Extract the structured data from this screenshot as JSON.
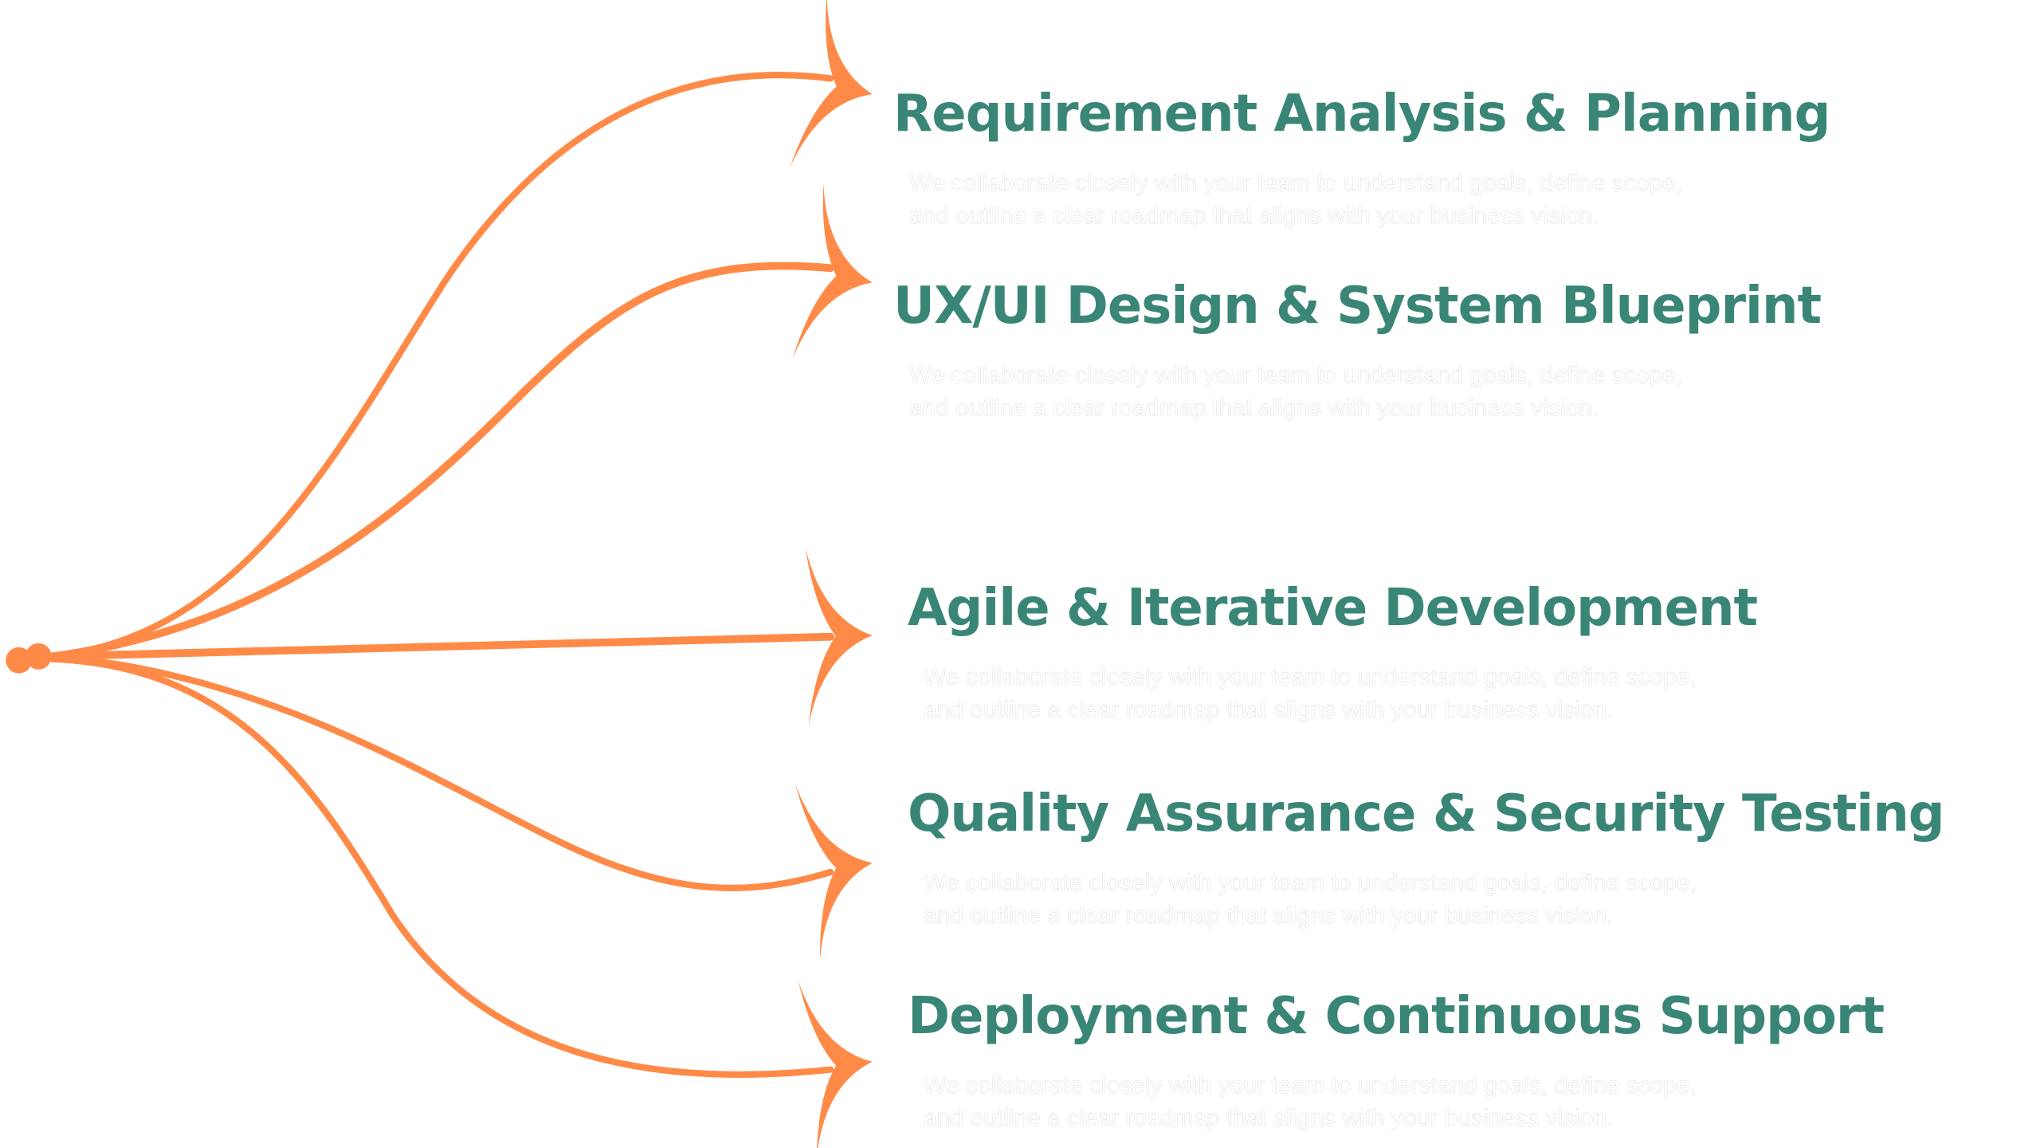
{
  "colors": {
    "arrow": "#ff8a47",
    "title": "#3a8676",
    "description": "#ffffff"
  },
  "steps": [
    {
      "title": "Requirement Analysis & Planning",
      "line1": "We collaborate closely with your team to understand goals, define scope,",
      "line2": "and outline a clear roadmap that aligns with your business vision."
    },
    {
      "title": "UX/UI Design & System Blueprint",
      "line1": "We collaborate closely with your team to understand goals, define scope,",
      "line2": "and outline a clear roadmap that aligns with your business vision."
    },
    {
      "title": "Agile & Iterative Development",
      "line1": "We collaborate closely with your team to understand goals, define scope,",
      "line2": "and outline a clear roadmap that aligns with your business vision."
    },
    {
      "title": "Quality Assurance & Security Testing",
      "line1": "We collaborate closely with your team to understand goals, define scope,",
      "line2": "and outline a clear roadmap that aligns with your business vision."
    },
    {
      "title": "Deployment & Continuous Support",
      "line1": "We collaborate closely with your team to understand goals, define scope,",
      "line2": "and outline a clear roadmap that aligns with your business vision."
    }
  ]
}
